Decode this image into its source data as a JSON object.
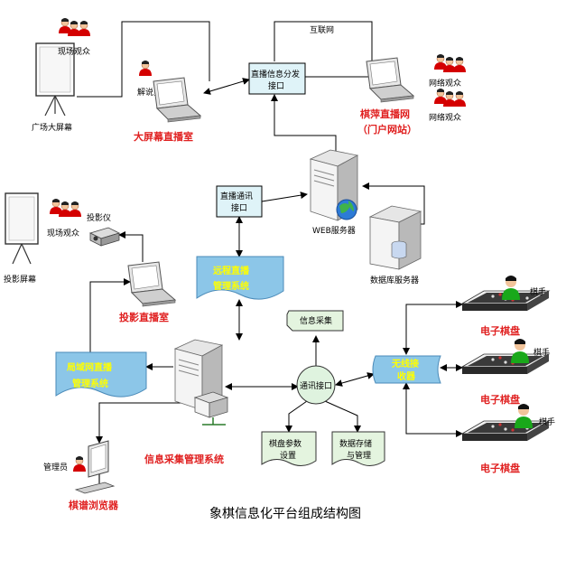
{
  "caption": "象棋信息化平台组成结构图",
  "labels": {
    "spectators_top": "现场观众",
    "narrator": "解说员",
    "plaza_screen": "广场大屏幕",
    "internet": "互联网",
    "net_viewers_1": "网络观众",
    "net_viewers_2": "网络观众",
    "relay_box_line1": "直播信息分发",
    "relay_box_line2": "接口",
    "portal_line1": "棋萍直播网",
    "portal_line2": "（门户网站）",
    "big_screen_room": "大屏幕直播室",
    "comm_box_line1": "直播通讯",
    "comm_box_line2": "接口",
    "web_server": "WEB服务器",
    "db_server": "数据库服务器",
    "spectators_mid": "现场观众",
    "projector": "投影仪",
    "projection_screen": "投影屏幕",
    "remote_line1": "远程直播",
    "remote_line2": "管理系统",
    "projection_room": "投影直播室",
    "info_collect": "信息采集",
    "lan_line1": "局域网直播",
    "lan_line2": "管理系统",
    "comm_iface": "通讯接口",
    "wireless_line1": "无线接",
    "wireless_line2": "收器",
    "chessboard_1": "电子棋盘",
    "chessboard_2": "电子棋盘",
    "chessboard_3": "电子棋盘",
    "player_1": "棋手",
    "player_2": "棋手",
    "player_3": "棋手",
    "param_line1": "棋盘参数",
    "param_line2": "设置",
    "storage_line1": "数据存储",
    "storage_line2": "与管理",
    "collect_system": "信息采集管理系统",
    "admin": "管理员",
    "browser": "棋谱浏览器"
  },
  "colors": {
    "box_light": "#dff3f8",
    "box_blue": "#8cc6e8",
    "box_green": "#e4f4df",
    "red_text": "#e02020",
    "yellow_text": "#ffff00"
  }
}
